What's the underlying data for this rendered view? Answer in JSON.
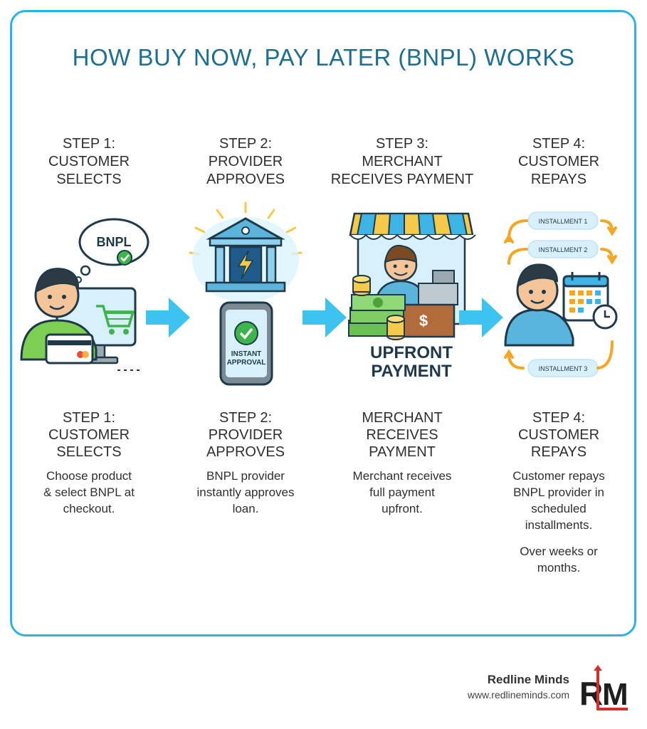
{
  "title": "HOW BUY NOW, PAY LATER (BNPL) WORKS",
  "steps": [
    {
      "heading": [
        "STEP 1:",
        "CUSTOMER",
        "SELECTS"
      ],
      "footer_title": [
        "STEP 1:",
        "CUSTOMER",
        "SELECTS"
      ],
      "description": [
        "Choose product",
        "& select BNPL at",
        "checkout."
      ],
      "bubble_text": "BNPL"
    },
    {
      "heading": [
        "STEP 2:",
        "PROVIDER",
        "APPROVES"
      ],
      "footer_title": [
        "STEP 2:",
        "PROVIDER",
        "APPROVES"
      ],
      "description": [
        "BNPL provider",
        "instantly approves",
        "loan."
      ],
      "phone_text": [
        "INSTANT",
        "APPROVAL"
      ]
    },
    {
      "heading": [
        "STEP 3:",
        "MERCHANT",
        "RECEIVES PAYMENT"
      ],
      "footer_title": [
        "MERCHANT",
        "RECEIVES",
        "PAYMENT"
      ],
      "description": [
        "Merchant receives",
        "full payment",
        "upfront."
      ],
      "illus_caption": [
        "UPFRONT",
        "PAYMENT"
      ],
      "box_symbol": "$"
    },
    {
      "heading": [
        "STEP 4:",
        "CUSTOMER",
        "REPAYS"
      ],
      "footer_title": [
        "STEP 4:",
        "CUSTOMER",
        "REPAYS"
      ],
      "description": [
        "Customer repays",
        "BNPL provider in",
        "scheduled",
        "installments."
      ],
      "extra": [
        "Over weeks or",
        "months."
      ],
      "installments": [
        "INSTALLMENT 1",
        "INSTALLMENT 2",
        "INSTALLMENT 3"
      ]
    }
  ],
  "brand": {
    "name": "Redline Minds",
    "url": "www.redlineminds.com",
    "logo_letters": "RM"
  },
  "colors": {
    "accent": "#2bb3e6",
    "title": "#1d6e91",
    "arrow": "#3cc3ef",
    "orange": "#f5a623",
    "green": "#3eb54a",
    "logo_red": "#d32f2f"
  },
  "icons": [
    "computer-icon",
    "cart-icon",
    "credit-card-icon",
    "bank-icon",
    "lightning-icon",
    "phone-icon",
    "checkmark-icon",
    "market-stall-icon",
    "cash-register-icon",
    "money-stack-icon",
    "coins-icon",
    "calendar-icon",
    "clock-icon",
    "flow-arrow-icon"
  ]
}
